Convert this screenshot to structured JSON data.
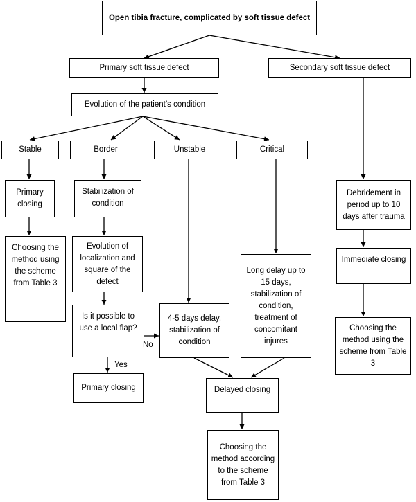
{
  "nodes": {
    "root": "Open tibia fracture, complicated by soft tissue defect",
    "primary": "Primary soft tissue defect",
    "secondary": "Secondary soft tissue defect",
    "evolution": "Evolution of the patient’s  condition",
    "stable": "Stable",
    "border": "Border",
    "unstable": "Unstable",
    "critical": "Critical",
    "primary_closing_stable": "Primary closing",
    "choosing_stable": "Choosing the method using the scheme from Table 3",
    "stabilization": "Stabilization of condition",
    "evolution_localization": "Evolution of localization and square of the defect",
    "local_flap_question": "Is it possible to use a local flap?",
    "primary_closing_yes": "Primary closing",
    "delay_4_5": "4-5 days delay, stabilization of condition",
    "long_delay": "Long delay up to 15 days, stabilization of condition, treatment of concomitant injures",
    "delayed_closing": "Delayed closing",
    "choosing_delayed": "Choosing the method according to the scheme from Table 3",
    "debridement": "Debridement in period up to 10 days after trauma",
    "immediate_closing": "Immediate closing",
    "choosing_secondary": "Choosing the method using the scheme from Table 3"
  },
  "edge_labels": {
    "no": "No",
    "yes": "Yes"
  }
}
